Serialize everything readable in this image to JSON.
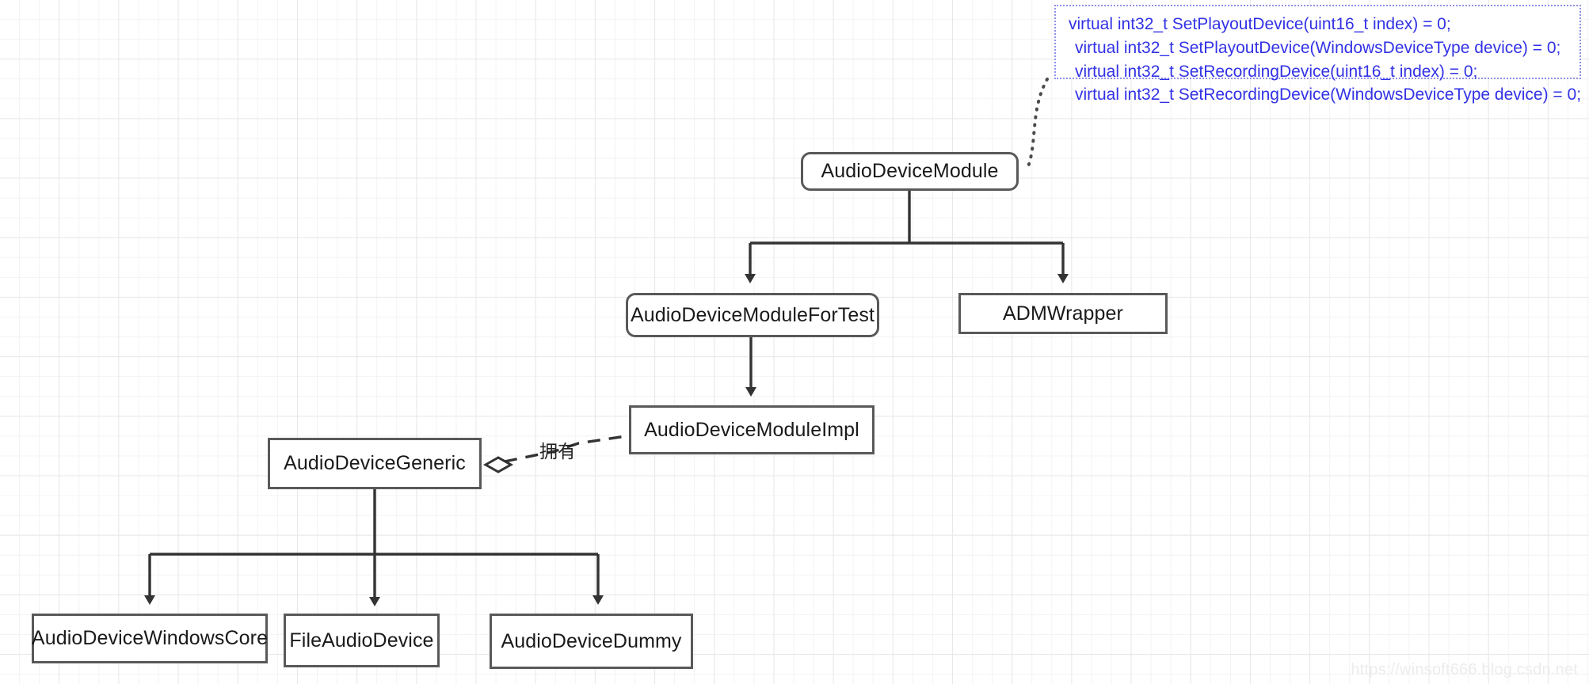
{
  "diagram": {
    "title": "AudioDeviceModule class hierarchy",
    "background_color": "#ffffff",
    "grid_minor_color": "#f3f3f3",
    "grid_major_color": "#e8e8e8",
    "node_border_color": "#595959",
    "edge_color": "#333333",
    "note_text_color": "#3232e6",
    "note_border_color": "#8f8fe8"
  },
  "nodes": {
    "audio_device_module": {
      "label": "AudioDeviceModule"
    },
    "audio_device_module_for_test": {
      "label": "AudioDeviceModuleForTest"
    },
    "adm_wrapper": {
      "label": "ADMWrapper"
    },
    "audio_device_module_impl": {
      "label": "AudioDeviceModuleImpl"
    },
    "audio_device_generic": {
      "label": "AudioDeviceGeneric"
    },
    "audio_device_windows_core": {
      "label": "AudioDeviceWindowsCore"
    },
    "file_audio_device": {
      "label": "FileAudioDevice"
    },
    "audio_device_dummy": {
      "label": "AudioDeviceDummy"
    }
  },
  "note": {
    "lines": [
      "virtual int32_t SetPlayoutDevice(uint16_t index) = 0;",
      "virtual int32_t SetPlayoutDevice(WindowsDeviceType device) = 0;",
      "virtual int32_t SetRecordingDevice(uint16_t index) = 0;",
      "virtual int32_t SetRecordingDevice(WindowsDeviceType device) = 0;"
    ]
  },
  "edges": {
    "aggregation_label": "拥有"
  },
  "watermark": {
    "text": "https://winsoft666.blog.csdn.net"
  }
}
